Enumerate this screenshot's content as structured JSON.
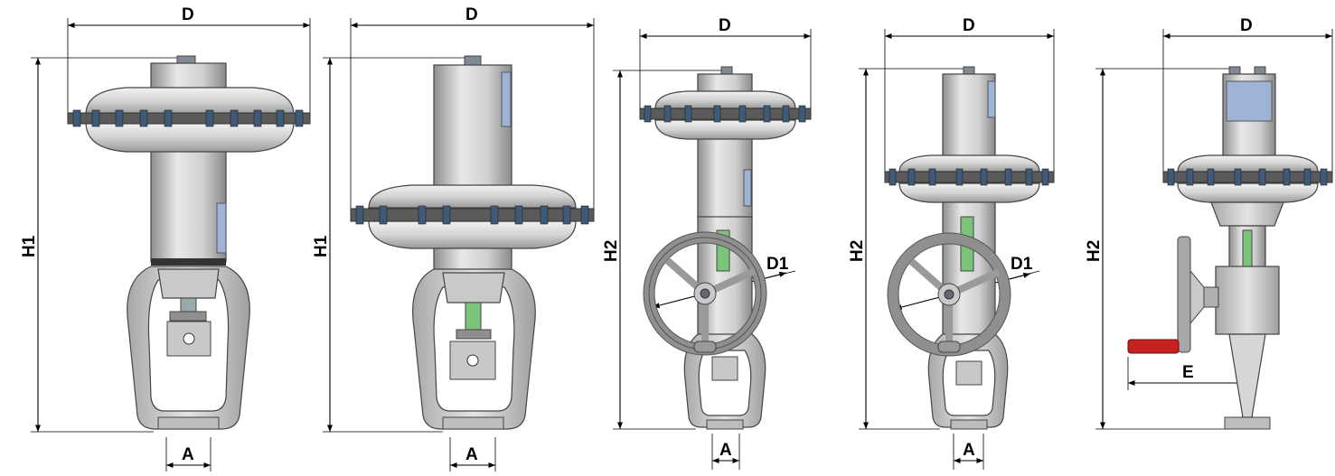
{
  "diagram": {
    "labels": {
      "diameter": "D",
      "handwheel_diameter": "D1",
      "height_1": "H1",
      "height_2": "H2",
      "stem_dim": "A",
      "handwheel_offset": "E"
    },
    "views": [
      {
        "id": "view-1",
        "height_label": "H1",
        "handwheel": false
      },
      {
        "id": "view-2",
        "height_label": "H1",
        "handwheel": false
      },
      {
        "id": "view-3",
        "height_label": "H2",
        "handwheel": true
      },
      {
        "id": "view-4",
        "height_label": "H2",
        "handwheel": true
      },
      {
        "id": "view-5",
        "height_label": "H2",
        "handwheel": "side"
      }
    ],
    "colors": {
      "metal_light": "#e6e6e6",
      "metal_mid": "#c9c9c9",
      "metal_dark": "#8f8f8f",
      "bolt": "#4a5a6a",
      "stem_green": "#7cc47c",
      "indicator_blue": "#9fb3d6",
      "crank_red": "#c62020"
    }
  }
}
